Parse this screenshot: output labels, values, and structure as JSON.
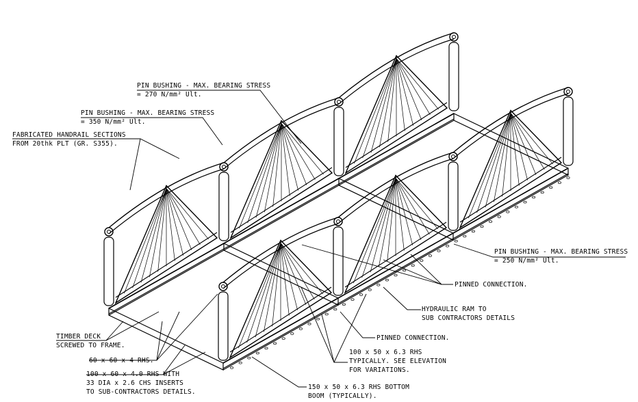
{
  "labels": {
    "pin_bushing_270_l1": "PIN BUSHING - MAX. BEARING STRESS",
    "pin_bushing_270_l2": "= 270 N/mm² Ult.",
    "pin_bushing_350_l1": "PIN BUSHING - MAX. BEARING STRESS",
    "pin_bushing_350_l2": "= 350 N/mm² Ult.",
    "handrail_l1": "FABRICATED HANDRAIL SECTIONS",
    "handrail_l2": "FROM 20thk PLT (GR. S355).",
    "pin_bushing_250_l1": "PIN BUSHING - MAX. BEARING STRESS",
    "pin_bushing_250_l2": "= 250 N/mm² Ult.",
    "pinned_connection_1": "PINNED CONNECTION.",
    "hydraulic_l1": "HYDRAULIC RAM TO",
    "hydraulic_l2": "SUB CONTRACTORS DETAILS",
    "pinned_connection_2": "PINNED CONNECTION.",
    "timber_l1": "TIMBER DECK",
    "timber_l2": "SCREWED TO FRAME.",
    "rhs60": "60 x 60 x 4 RHS.",
    "rhs100_50_l1": "100 x 50 x 6.3 RHS",
    "rhs100_50_l2": "TYPICALLY. SEE ELEVATION",
    "rhs100_50_l3": "FOR VARIATIONS.",
    "rhs100_60_l1": "100 x 60 x 4.0 RHS WITH",
    "rhs100_60_l2": "33 DIA x 2.6 CHS INSERTS",
    "rhs100_60_l3": "TO SUB-CONTRACTORS DETAILS.",
    "boom_l1": "150 x 50 x 6.3 RHS BOTTOM",
    "boom_l2": "BOOM (TYPICALLY)."
  },
  "colors": {
    "ink": "#000000",
    "paper": "#ffffff",
    "hatch": "#555555"
  }
}
